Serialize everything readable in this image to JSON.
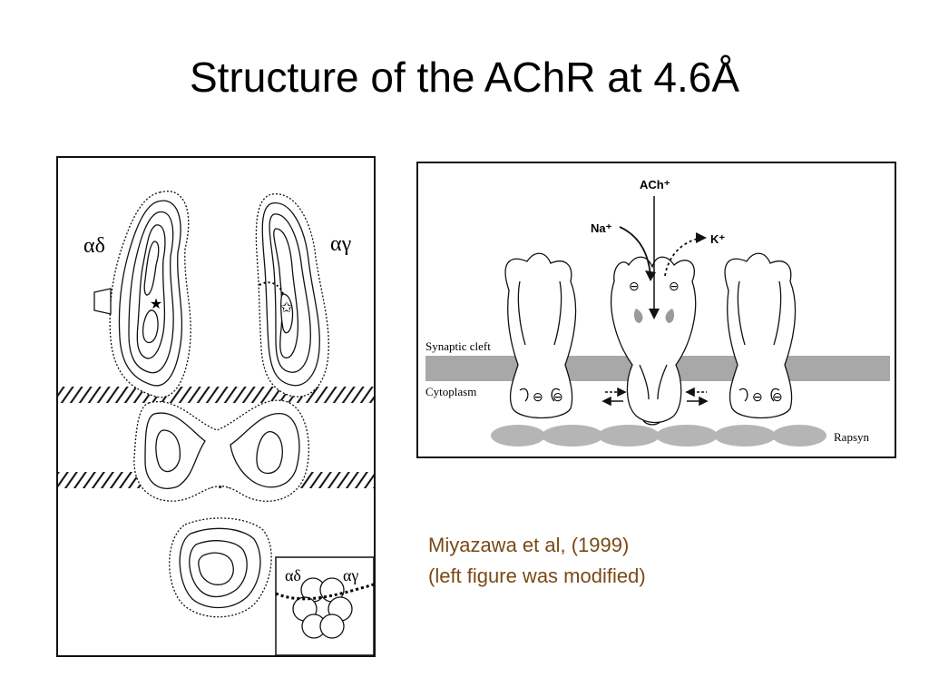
{
  "slide": {
    "title": "Structure of the AChR at 4.6Å"
  },
  "left_figure": {
    "label_alpha_delta": "αδ",
    "label_alpha_gamma": "αγ",
    "inset_label_alpha_delta": "αδ",
    "inset_label_alpha_gamma": "αγ"
  },
  "right_figure": {
    "ach_label": "ACh⁺",
    "na_label": "Na⁺",
    "k_label": "K⁺",
    "synaptic_cleft_label": "Synaptic cleft",
    "cytoplasm_label": "Cytoplasm",
    "rapsyn_label": "Rapsyn",
    "charge_symbol": "⊖",
    "colors": {
      "membrane": "#a8a8a8",
      "rapsyn": "#b5b5b5",
      "gate": "#9a9a9a"
    }
  },
  "caption": {
    "line1": "Miyazawa et al, (1999)",
    "line2": "(left figure was modified)",
    "color": "#7a4a14"
  }
}
